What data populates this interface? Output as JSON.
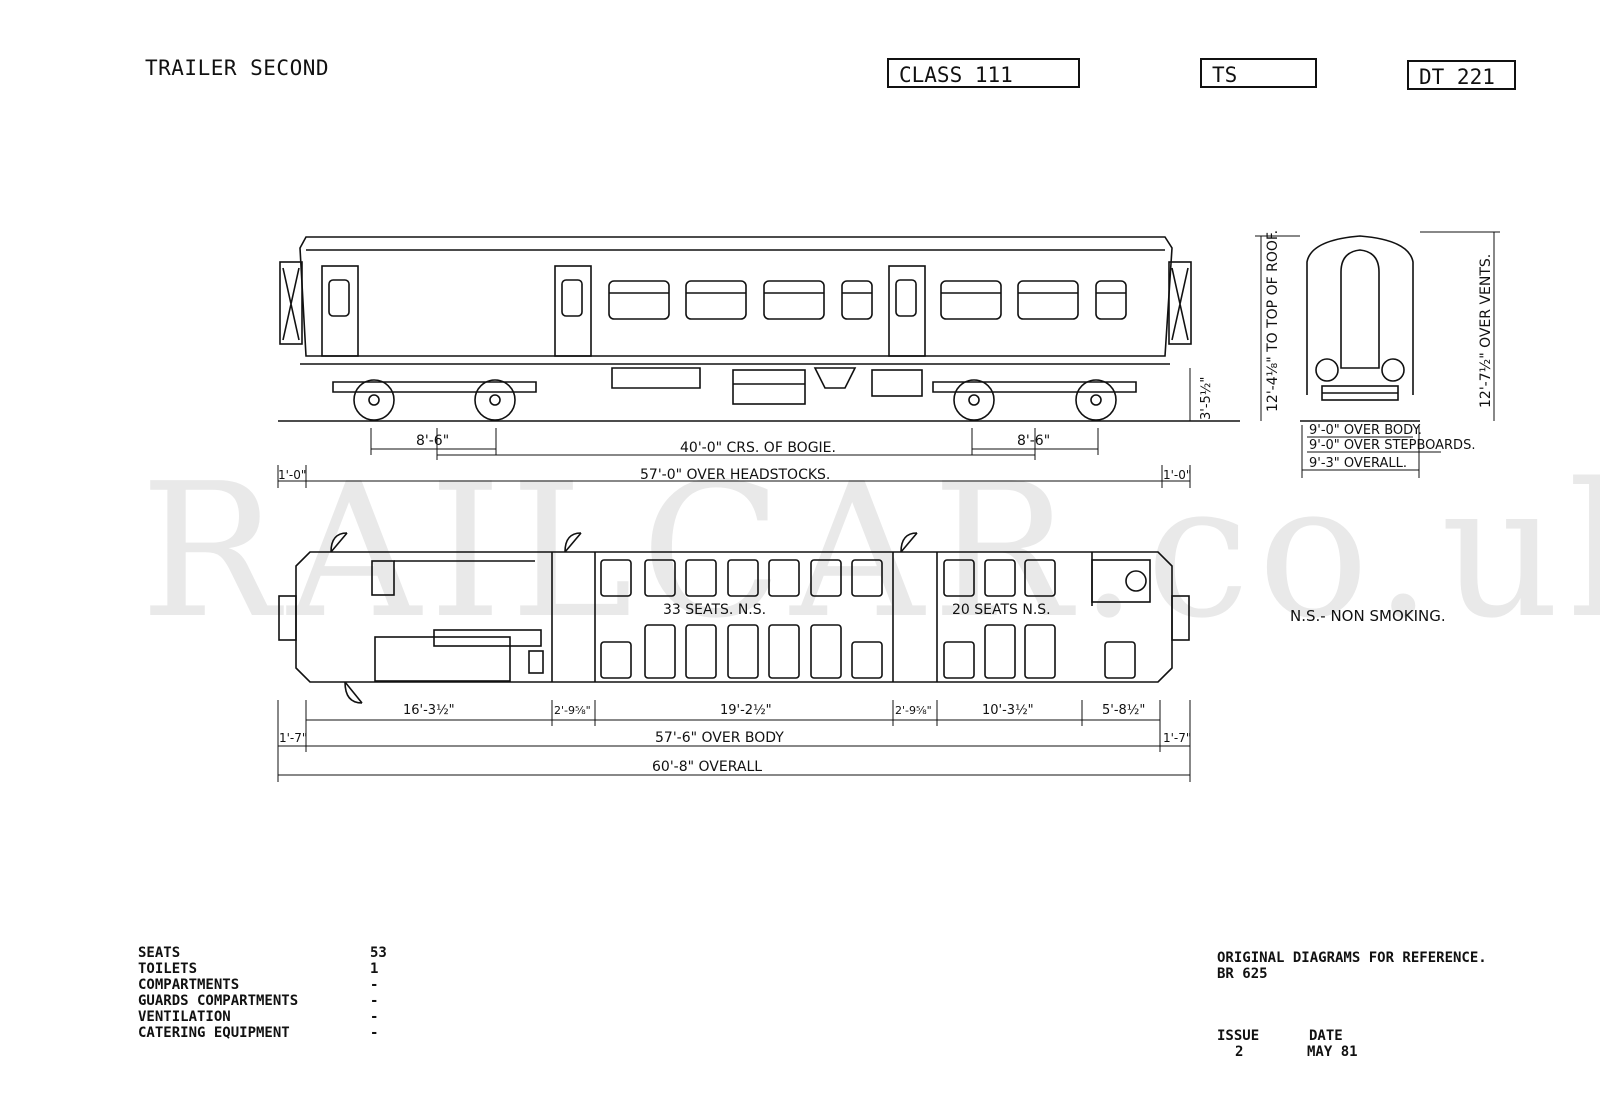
{
  "header": {
    "title": "TRAILER SECOND",
    "class_box": "CLASS 111",
    "type_box": "TS",
    "diagram_box": "DT 221"
  },
  "watermark": "RAILCAR.co.uk",
  "side_dimensions": {
    "bogie_wheelbase_left": "8'-6\"",
    "bogie_centres": "40'-0\" CRS. OF BOGIE.",
    "bogie_wheelbase_right": "8'-6\"",
    "headstock_overhang_left": "1'-0\"",
    "over_headstocks": "57'-0\" OVER HEADSTOCKS.",
    "headstock_overhang_right": "1'-0\"",
    "floor_height": "3'-5½\""
  },
  "end_dimensions": {
    "to_top_of_roof": "12'-4⅛\" TO TOP OF ROOF.",
    "over_vents": "12'-7½\" OVER VENTS.",
    "over_body": "9'-0\" OVER BODY.",
    "over_stepboards": "9'-0\" OVER STEPBOARDS.",
    "overall": "9'-3\" OVERALL."
  },
  "plan_labels": {
    "seats_big_saloon": "33 SEATS.  N.S.",
    "seats_small_saloon": "20 SEATS  N.S.",
    "ns_note": "N.S.- NON SMOKING."
  },
  "plan_dimensions": {
    "section_1": "16'-3½\"",
    "vestibule_1": "2'-9⅝\"",
    "section_2": "19'-2½\"",
    "vestibule_2": "2'-9⅝\"",
    "section_3": "10'-3½\"",
    "section_4": "5'-8½\"",
    "end_left": "1'-7\"",
    "over_body": "57'-6\" OVER BODY",
    "end_right": "1'-7\"",
    "overall": "60'-8\" OVERALL"
  },
  "specs": [
    {
      "label": "SEATS",
      "value": "53"
    },
    {
      "label": "TOILETS",
      "value": "1"
    },
    {
      "label": "COMPARTMENTS",
      "value": "-"
    },
    {
      "label": "GUARDS COMPARTMENTS",
      "value": "-"
    },
    {
      "label": "VENTILATION",
      "value": "-"
    },
    {
      "label": "CATERING EQUIPMENT",
      "value": "-"
    }
  ],
  "reference": {
    "line1": "ORIGINAL DIAGRAMS FOR REFERENCE.",
    "line2": "BR 625"
  },
  "issue": {
    "issue_label": "ISSUE",
    "issue_value": "2",
    "date_label": "DATE",
    "date_value": "MAY 81"
  }
}
